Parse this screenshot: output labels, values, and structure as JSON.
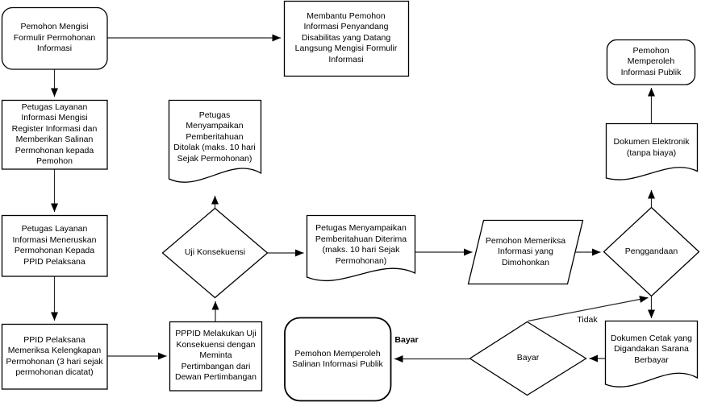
{
  "diagram": {
    "background_color": "#ffffff",
    "stroke_color": "#000000",
    "text_color": "#000000",
    "nodes": {
      "start": {
        "shape": "terminator",
        "label": "Pemohon Mengisi\nFormulir Permohonan\nInformasi"
      },
      "register": {
        "shape": "process",
        "label": "Petugas Layanan\nInformasi Mengisi\nRegister Informasi dan\nMemberikan Salinan\nPermohonan kepada\nPemohon"
      },
      "teruskan": {
        "shape": "process",
        "label": "Petugas Layanan\nInformasi Meneruskan\nPermohonan Kepada\nPPID Pelaksana"
      },
      "periksa": {
        "shape": "process",
        "label": "PPID Pelaksana\nMemeriksa Kelengkapan\nPermohonan (3 hari sejak\npermohonan dicatat)"
      },
      "disabilitas": {
        "shape": "process",
        "label": "Membantu Pemohon\nInformasi Penyandang\nDisabilitas yang Datang\nLangsung Mengisi Formulir\nInformasi"
      },
      "ditolak": {
        "shape": "document",
        "label": "Petugas\nMenyampaikan\nPemberitahuan\nDitolak (maks. 10 hari\nSejak Permohonan)"
      },
      "uji": {
        "shape": "decision",
        "label": "Uji Konsekuensi"
      },
      "pppid": {
        "shape": "process",
        "label": "PPPID Melakukan Uji\nKonsekuensi dengan\nMeminta\nPertimbangan dari\nDewan Pertimbangan"
      },
      "diterima": {
        "shape": "document",
        "label": "Petugas Menyampaikan\nPemberitahuan Diterima\n(maks. 10 hari Sejak\nPermohonan)"
      },
      "memeriksa": {
        "shape": "data",
        "label": "Pemohon Memeriksa\nInformasi yang\nDimohonkan"
      },
      "penggandaan": {
        "shape": "decision",
        "label": "Penggandaan"
      },
      "elektronik": {
        "shape": "document",
        "label": "Dokumen Elektronik\n(tanpa biaya)"
      },
      "publik": {
        "shape": "terminator",
        "label": "Pemohon\nMemperoleh\nInformasi Publik"
      },
      "cetak": {
        "shape": "document",
        "label": "Dokumen Cetak yang\nDigandakan Sarana\nBerbayar"
      },
      "bayar": {
        "shape": "decision",
        "label": "Bayar"
      },
      "salinan": {
        "shape": "terminator",
        "label": "Pemohon Memperoleh\nSalinan Informasi Publik"
      }
    },
    "edge_labels": {
      "bayar": "Bayar",
      "tidak": "Tidak"
    }
  }
}
